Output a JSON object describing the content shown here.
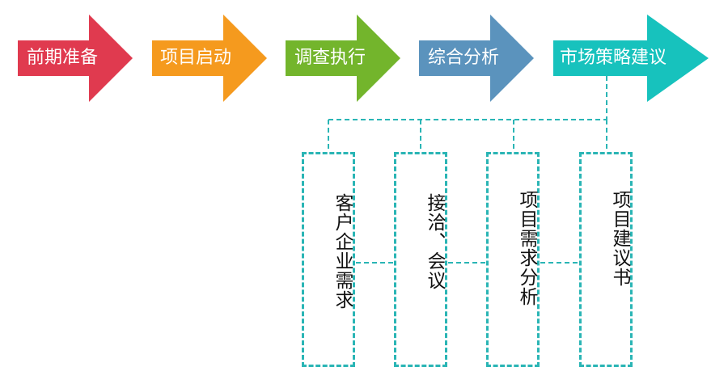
{
  "stages": [
    {
      "label": "前期准备",
      "color": "#e03a4f"
    },
    {
      "label": "项目启动",
      "color": "#f59a1e"
    },
    {
      "label": "调查执行",
      "color": "#73b52c"
    },
    {
      "label": "综合分析",
      "color": "#5b93bd"
    },
    {
      "label": "市场策略建议",
      "color": "#17c2bd"
    }
  ],
  "connector_color": "#2ab5b5",
  "outputs": [
    {
      "label": "客户企业需求"
    },
    {
      "label": "接洽、会议"
    },
    {
      "label": "项目需求分析"
    },
    {
      "label": "项目建议书"
    }
  ]
}
